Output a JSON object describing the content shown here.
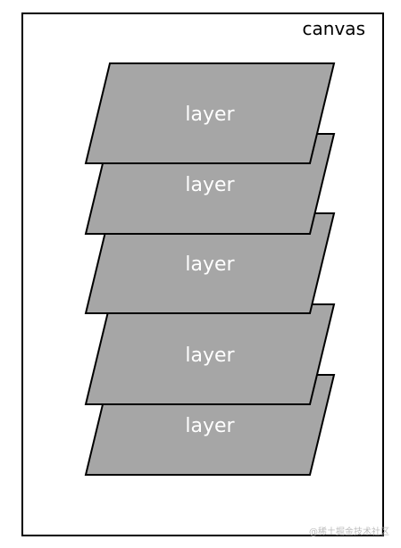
{
  "canvas": {
    "label": "canvas"
  },
  "layers": [
    {
      "label": "layer"
    },
    {
      "label": "layer"
    },
    {
      "label": "layer"
    },
    {
      "label": "layer"
    },
    {
      "label": "layer"
    }
  ],
  "watermark": {
    "text": "@稀土掘金技术社区"
  },
  "colors": {
    "layer_fill": "#a6a6a6",
    "layer_text": "#ffffff",
    "border": "#000000",
    "watermark": "#bdbdbd"
  }
}
